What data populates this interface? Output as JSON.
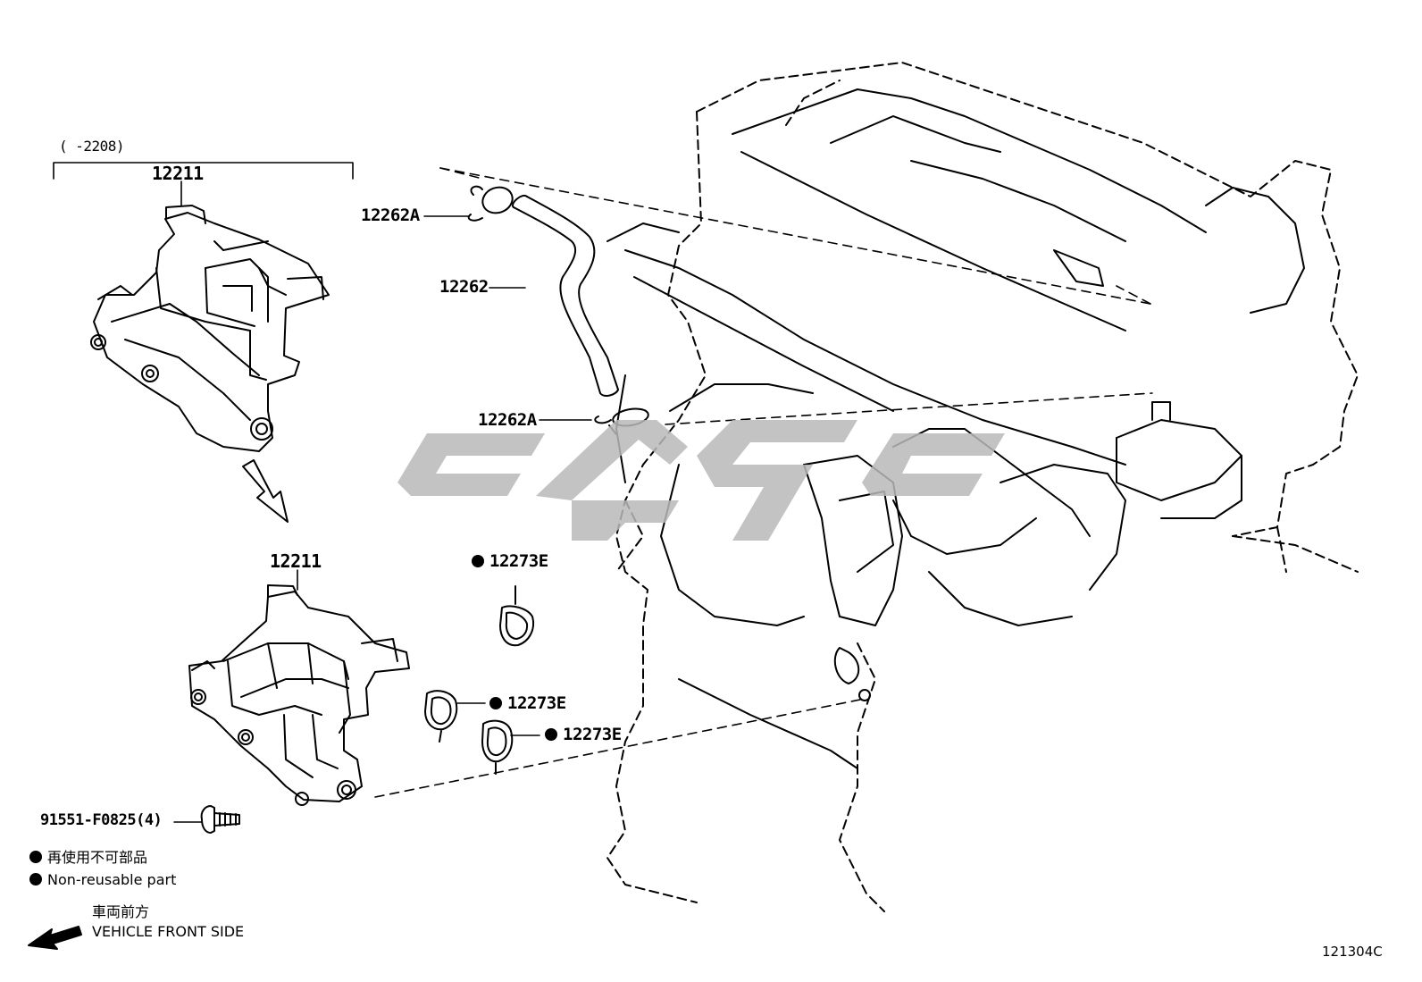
{
  "diagram_code": "121304C",
  "date_range_label": "(      -2208)",
  "part_labels": {
    "mount_upper": "12211",
    "mount_lower": "12211",
    "clamp_top": "12262A",
    "hose": "12262",
    "clamp_bottom": "12262A",
    "gasket_a": "12273E",
    "gasket_b": "12273E",
    "gasket_c": "12273E",
    "bolt": "91551-F0825(4)"
  },
  "legend": {
    "non_reusable_jp": "再使用不可部品",
    "non_reusable_en": "Non-reusable part"
  },
  "direction": {
    "front_jp": "車両前方",
    "front_en": "VEHICLE FRONT SIDE"
  },
  "watermark_colors": {
    "logo_gray": "#bdbdbd",
    "line": "#000000"
  }
}
